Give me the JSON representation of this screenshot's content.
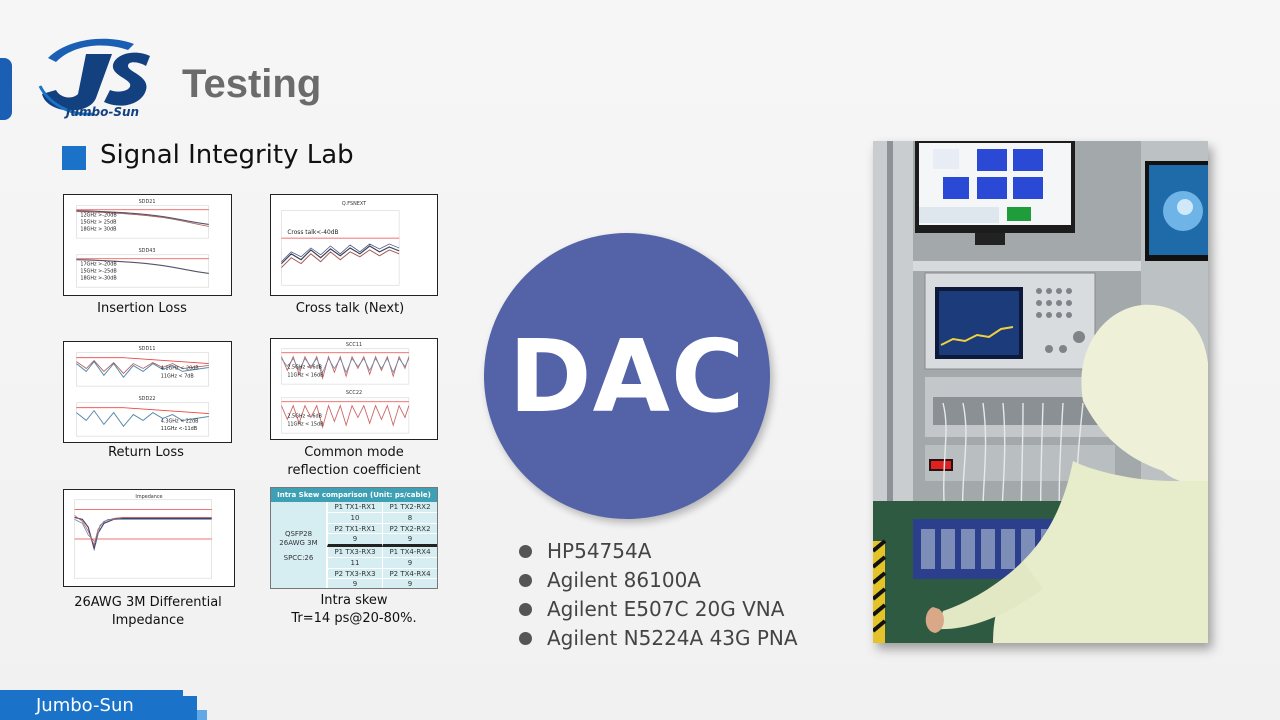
{
  "header": {
    "logo_text": "Jumbo-Sun",
    "title": "Testing",
    "section_title": "Signal Integrity Lab"
  },
  "thumbnails": [
    {
      "caption": "Insertion Loss",
      "labels": [
        "SDD21",
        "SDD43"
      ],
      "notes": [
        "12GHz >-20dB",
        "15GHz > 25dB",
        "18GHz > 30dB",
        "17GHz >-20dB",
        "15GHz >-25dB",
        "18GHz >-30dB"
      ]
    },
    {
      "caption": "Cross talk (Next)",
      "labels": [
        "Q.FSNEXT"
      ],
      "notes": [
        "Cross talk<-40dB"
      ]
    },
    {
      "caption": "Return Loss",
      "labels": [
        "SDD11",
        "SDD22"
      ],
      "notes": [
        "4.1GHz <-20dB",
        "11GHz < 7dB",
        "4.3GHz < 22dB",
        "11GHz <-11dB"
      ]
    },
    {
      "caption_line1": "Common mode",
      "caption_line2": "reflection coefficient",
      "labels": [
        "SCC11",
        "SCC22"
      ],
      "notes": [
        "2.5GHz < 6dB",
        "11GHz < 16dB",
        "2.5GHz < 6dB",
        "11GHz < 15dB"
      ]
    },
    {
      "caption_line1": "26AWG 3M Differential",
      "caption_line2": "Impedance",
      "labels": [
        "Impedance"
      ]
    },
    {
      "caption_line1": "Intra skew",
      "caption_line2": "Tr=14 ps@20-80%."
    }
  ],
  "skew_table": {
    "header": "Intra Skew comparison (Unit: ps/cable)",
    "side_label_1": "QSFP28",
    "side_label_2": "26AWG 3M",
    "side_label_3": "SPCC:26",
    "cells": [
      "P1 TX1-RX1",
      "P1 TX2-RX2",
      "10",
      "8",
      "P2 TX1-RX1",
      "P2 TX2-RX2",
      "9",
      "9",
      "P1 TX3-RX3",
      "P1 TX4-RX4",
      "11",
      "9",
      "P2 TX3-RX3",
      "P2 TX4-RX4",
      "9",
      "9"
    ]
  },
  "badge": {
    "text": "DAC",
    "color": "#5463a8"
  },
  "equipment": [
    "HP54754A",
    "Agilent 86100A",
    "Agilent E507C 20G VNA",
    "Agilent N5224A 43G PNA"
  ],
  "footer": {
    "text": "Jumbo-Sun"
  },
  "colors": {
    "brand_blue": "#1a73c8",
    "title_gray": "#6b6b6b"
  }
}
